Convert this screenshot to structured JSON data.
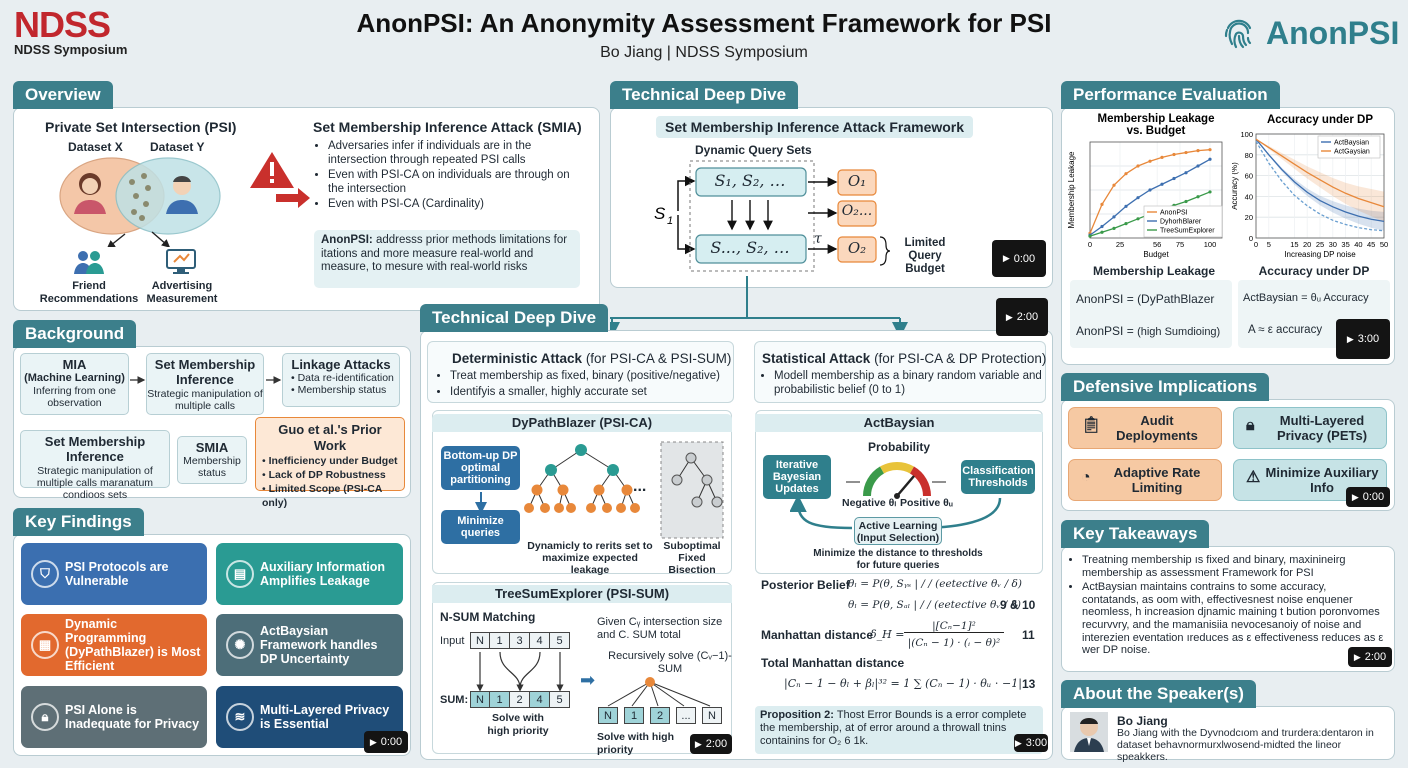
{
  "header": {
    "logo_left": "NDSS",
    "logo_left_sub": "NDSS Symposium",
    "title": "AnonPSI: An Anonymity Assessment Framework for PSI",
    "subtitle": "Bo Jiang | NDSS Symposium",
    "logo_right": "AnonPSI",
    "logo_right_icon": "fingerprint-icon"
  },
  "overview": {
    "title": "Overview",
    "psi_title": "Private Set Intersection (PSI)",
    "dataset_x": "Dataset X",
    "dataset_y": "Dataset Y",
    "friend": "Friend Recommendations",
    "advert": "Advertising Measurement",
    "smia_title": "Set Membership Inference Attack (SMIA)",
    "bullets": [
      "Adversaries infer if individuals are in the intersection through repeated PSI calls",
      "Even with PSI-CA on individuals are through on the intersection",
      "Even with PSI-CA (Cardinality)"
    ],
    "anon_label": "AnonPSI:",
    "anon_text": "addresss prior methods limitations for itations and more measure real-world and measure, to mesure with real-world risks"
  },
  "background": {
    "title": "Background",
    "mia_title": "MIA",
    "mia_sub": "(Machine Learning)",
    "mia_desc": "Inferring from one observation",
    "smi_title": "Set Membership Inference",
    "smi_desc": "Strategic manipulation of multiple calls",
    "link_title": "Linkage Attacks",
    "link_items": [
      "Data re-identification",
      "Membership status"
    ],
    "smi2_title": "Set Membership Inference",
    "smi2_desc": "Strategic manipulation of multiple calls maranatum condioos sets",
    "smia_title": "SMIA",
    "smia_desc": "Membership status",
    "guo_title": "Guo et al.'s Prior Work",
    "guo_items": [
      "Inefficiency under Budget",
      "Lack of DP Robustness",
      "Limited Scope (PSI-CA only)"
    ]
  },
  "findings": {
    "title": "Key Findings",
    "cards": [
      {
        "text": "PSI Protocols are Vulnerable",
        "color": "#3b6fb0",
        "icon": "shield-icon"
      },
      {
        "text": "Auxiliary Information Amplifies Leakage",
        "color": "#2a9b93",
        "icon": "database-icon"
      },
      {
        "text": "Dynamic Programming (DyPathBlazer) is Most Efficient",
        "color": "#e2692e",
        "icon": "calculator-icon"
      },
      {
        "text": "ActBaysian Framework handles DP Uncertainty",
        "color": "#4d6e79",
        "icon": "brain-icon"
      },
      {
        "text": "PSI Alone is Inadequate for Privacy",
        "color": "#5e6f76",
        "icon": "lock-icon"
      },
      {
        "text": "Multi-Layered Privacy is Essential",
        "color": "#1f4d78",
        "icon": "layers-icon"
      }
    ],
    "video": "0:00"
  },
  "deep1": {
    "title": "Technical Deep Dive",
    "sub_title": "Set Membership Inference Attack Framework",
    "dq_label": "Dynamic Query Sets",
    "s1": "S",
    "q_top": "S₁, S₂, …",
    "q_bot": "S..., S₂, …",
    "o1": "O₁",
    "o2": "O₂...",
    "o3": "O₂",
    "tau": "τ",
    "limited": "Limited Query Budget",
    "video": "0:00"
  },
  "deep2": {
    "title": "Technical Deep Dive",
    "video": "2:00",
    "det_title": "Deterministic Attack",
    "det_paren": "(for PSI-CA & PSI-SUM)",
    "det_bullets": [
      "Treat membership as fixed, binary (positive/negative)",
      "Identifyis a smaller, highly accurate set"
    ],
    "dy_title": "DyPathBlazer (PSI-CA)",
    "dy_box1": "Bottom-up DP optimal partitioning",
    "dy_box2": "Minimize queries",
    "dy_dots": "...",
    "dy_cap1": "Dynamicly to rerits set to maximize expected leakage",
    "dy_cap2": "Suboptimal Fixed Bisection",
    "ts_title": "TreeSumExplorer (PSI-SUM)",
    "ts_nsum": "N-SUM Matching",
    "ts_input": "Input",
    "ts_input_cells": [
      "N",
      "1",
      "3",
      "4",
      "5"
    ],
    "ts_sum": "SUM:",
    "ts_sum_cells": [
      "N",
      "1",
      "2",
      "4",
      "5"
    ],
    "ts_solve": "Solve with high priority",
    "ts_given": "Given Cᵧ intersection size and C. SUM total",
    "ts_rec": "Recursively solve (Cᵥ−1)-SUM",
    "ts_cells3": [
      "N",
      "1",
      "2",
      "...",
      "N"
    ],
    "ts_solve2": "Solve with high priority",
    "ts_video": "2:00",
    "st_title": "Statistical Attack",
    "st_paren": "(for PSI-CA & DP Protection)",
    "st_bullets": [
      "Modell membership as a binary random variable and probabilistic belief (0 to 1)"
    ],
    "ab_title": "ActBaysian",
    "ab_prob": "Probability",
    "ab_iter": "Iterative Bayesian Updates",
    "ab_class": "Classification Thresholds",
    "ab_neg": "Negative θₗ",
    "ab_pos": "Positive θᵤ",
    "ab_active": "Active Learning (Input Selection)",
    "ab_min": "Minimize the distance to thresholds for future queries",
    "post_label": "Posterior Belief",
    "post_eq1": "θₗ = P(θ, Sᵧₛ | ∕ ∕ (eetective θᵥ ∕ δ)",
    "post_eq2": "θₗ = P(θ, Sₐₗ | ∕ ∕ (eetective θᵥ ∕ δ)",
    "post_num": "9 & 10",
    "manh_label": "Manhattan distance",
    "manh_lhs": "δ_H =",
    "manh_num": "|[Cₙ−1]²",
    "manh_den": "|(Cₙ − 1) · (ᵢ − θ)²",
    "manh_eqn": "11",
    "tot_label": "Total Manhattan distance",
    "tot_eq": "|Cₙ − 1 − θₗ + βₗ|³² = 1 ∑ (Cₙ − 1) · θᵤ ⋅ −1|",
    "tot_eqn": "13",
    "prop_label": "Proposition 2:",
    "prop_text": "Thost Error Bounds is a error complete the membership, at of error around a throwall tnins containins for O₂ 6 1k.",
    "prop_video": "3:00"
  },
  "perf": {
    "title": "Performance Evaluation",
    "video": "3:00",
    "ml_label": "Membership Leakage",
    "ml_eq1_lhs": "AnonPSI =",
    "ml_eq1_rhs": "(DyPathBlazer",
    "ml_eq2_lhs": "AnonPSI =",
    "ml_eq2_rhs": "(high Sumdioing)",
    "acc_label": "Accuracy under DP",
    "acc_eq1_lhs": "ActBaysian =",
    "acc_eq1_rhs": "θᵤ Accuracy",
    "acc_eq2": "A ≈ ε accuracy"
  },
  "defense": {
    "title": "Defensive Implications",
    "video": "0:00",
    "cards": [
      {
        "text": "Audit Deployments",
        "color": "#f6c9a3",
        "icon": "audit-icon"
      },
      {
        "text": "Multi-Layered Privacy (PETs)",
        "color": "#c6e3e6",
        "icon": "lock-icon"
      },
      {
        "text": "Adaptive Rate Limiting",
        "color": "#f6c9a3",
        "icon": "gauge-icon"
      },
      {
        "text": "Minimize Auxiliary Info",
        "color": "#c6e3e6",
        "icon": "warning-icon"
      }
    ]
  },
  "takeaways": {
    "title": "Key Takeaways",
    "video": "2:00",
    "bullets": [
      "Treatning membership ıs fixed and binary, maxinineirg membership as assessment Framework for PSI",
      "ActBaysian maintains contrains to some accuracy, contatands, as oom with, effectivesnest noise enquener neomless, h increasion djnamic maining t bution poronvomes recurvvry, and the mamanisiia nevocesanoiy of noise and interezien eventation ıreduces as ε effectiveness reduces as ε wer DP noise."
    ]
  },
  "speaker": {
    "title": "About the Speaker(s)",
    "name": "Bo Jiang",
    "bio": "Bo Jiang with the Dyvnodcıom and trurdera:dentaron in dataset behavnormurxlwosend-midted the lineor speakkers."
  },
  "chart_data": [
    {
      "type": "line",
      "title": "Membership Leakage vs. Budget",
      "xlabel": "Budget",
      "ylabel": "Membership Leakage",
      "xlim": [
        0,
        110
      ],
      "x_ticks": [
        0,
        25,
        56,
        75,
        100
      ],
      "x": [
        0,
        10,
        20,
        30,
        40,
        50,
        60,
        70,
        80,
        90,
        100
      ],
      "series": [
        {
          "name": "AnonPSI",
          "color": "#e8883a",
          "values": [
            0.05,
            0.35,
            0.55,
            0.67,
            0.75,
            0.8,
            0.84,
            0.87,
            0.89,
            0.91,
            0.92
          ]
        },
        {
          "name": "DyhorhBlarer",
          "color": "#3d6fb0",
          "values": [
            0.03,
            0.12,
            0.22,
            0.33,
            0.42,
            0.5,
            0.56,
            0.62,
            0.68,
            0.75,
            0.82
          ]
        },
        {
          "name": "TreeSumExplorer",
          "color": "#3a9a4a",
          "values": [
            0.02,
            0.06,
            0.1,
            0.15,
            0.2,
            0.25,
            0.3,
            0.34,
            0.38,
            0.43,
            0.48
          ]
        }
      ]
    },
    {
      "type": "line",
      "title": "Accuracy under DP",
      "xlabel": "Increasing DP noise",
      "ylabel": "Accuracy (%)",
      "ylim": [
        0,
        100
      ],
      "y_ticks": [
        0,
        20,
        40,
        60,
        80,
        100
      ],
      "x_ticks": [
        0,
        5,
        15,
        20,
        25,
        30,
        35,
        40,
        45,
        50
      ],
      "x": [
        0,
        5,
        10,
        15,
        20,
        25,
        30,
        35,
        40,
        45,
        50
      ],
      "series": [
        {
          "name": "ActBaysian",
          "color": "#3d6fb0",
          "values": [
            95,
            80,
            66,
            54,
            44,
            36,
            30,
            25,
            21,
            18,
            16
          ]
        },
        {
          "name": "ActGaysian",
          "color": "#e8883a",
          "values": [
            95,
            87,
            79,
            71,
            63,
            56,
            49,
            43,
            38,
            34,
            30
          ]
        },
        {
          "name": "",
          "color": "#6a9fd0",
          "values": [
            93,
            72,
            55,
            41,
            31,
            23,
            17,
            13,
            10,
            8,
            7
          ]
        }
      ]
    }
  ]
}
